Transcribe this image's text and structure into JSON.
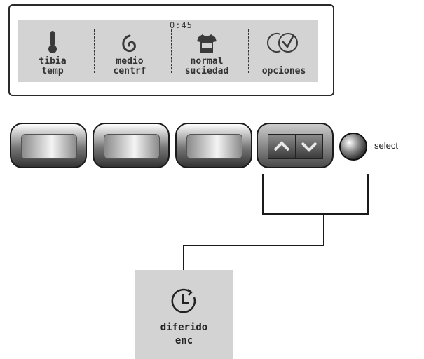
{
  "display": {
    "timer": "0:45",
    "segments": [
      {
        "icon": "thermometer-icon",
        "line1": "tibia",
        "line2": "temp"
      },
      {
        "icon": "spin-spiral-icon",
        "line1": "medio",
        "line2": "centrf"
      },
      {
        "icon": "shirt-icon",
        "line1": "normal",
        "line2": "suciedad"
      },
      {
        "icon": "options-check-icon",
        "line1": "",
        "line2": "opciones"
      }
    ]
  },
  "controls": {
    "select_label": "select",
    "arrow_up": "up-arrow-icon",
    "arrow_down": "down-arrow-icon"
  },
  "tile": {
    "icon": "delay-clock-icon",
    "line1": "diferido",
    "line2": "enc"
  },
  "colors": {
    "panel_bg": "#d3d3d3",
    "frame": "#2a2a2a",
    "connector": "#1a1a1a"
  }
}
